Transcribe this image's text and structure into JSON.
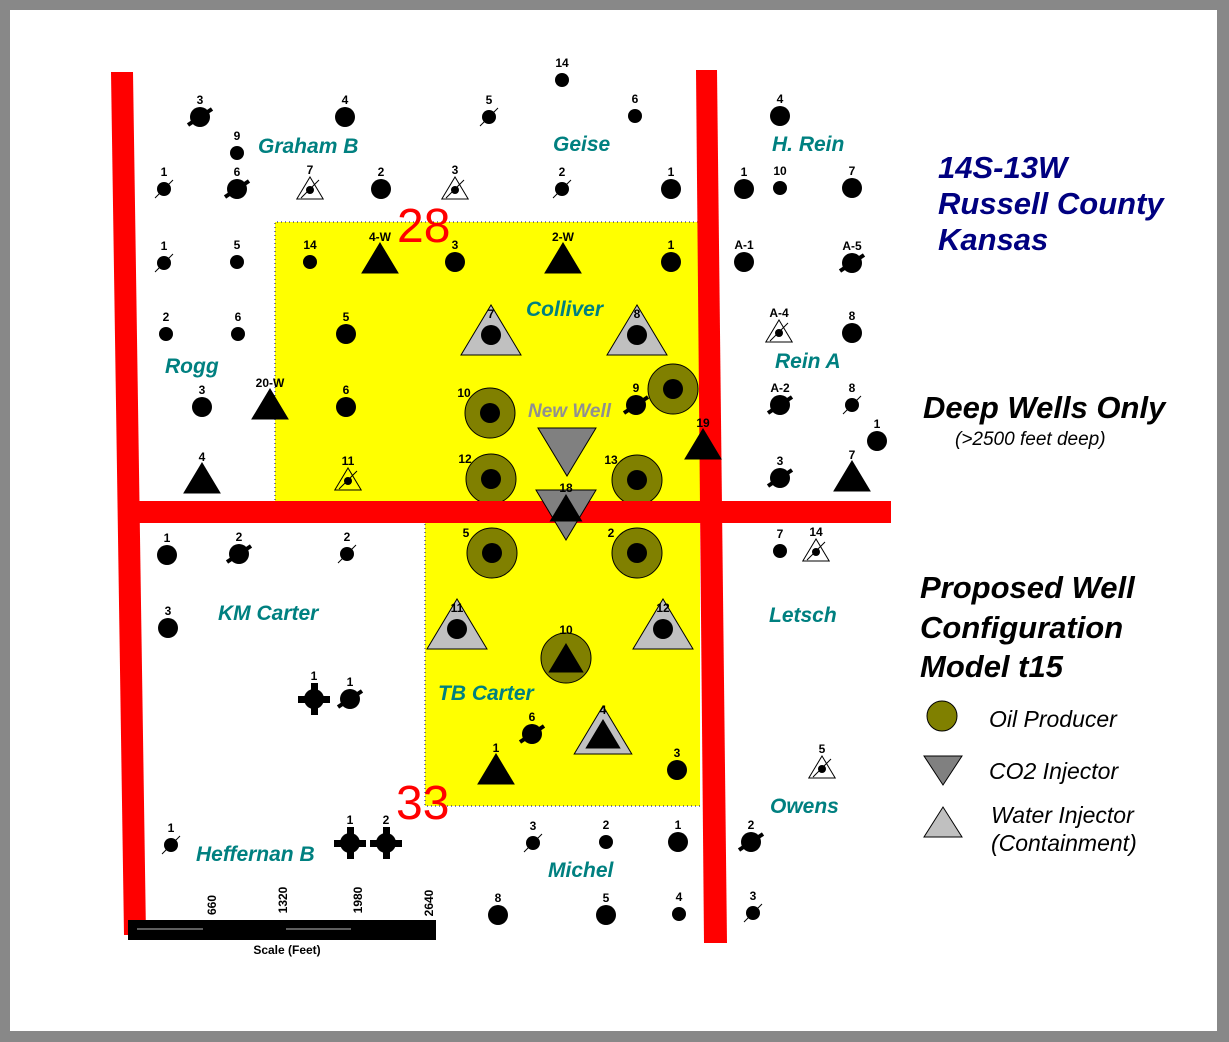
{
  "title": {
    "line1": "14S-13W",
    "line2": "Russell County",
    "line3": "Kansas"
  },
  "deep": {
    "title": "Deep Wells Only",
    "subtitle": "(>2500 feet deep)"
  },
  "proposed": {
    "line1": "Proposed Well",
    "line2": "Configuration",
    "line3": "Model t15"
  },
  "legend": [
    {
      "label": "Oil Producer",
      "icon": "oil-producer-circle",
      "color": "#808000"
    },
    {
      "label": "CO2 Injector",
      "icon": "co2-injector-triangle-down",
      "color": "#808080"
    },
    {
      "label": "Water Injector",
      "label2": "(Containment)",
      "icon": "water-injector-triangle-up",
      "color": "#c0c0c0"
    }
  ],
  "sections": [
    "28",
    "33"
  ],
  "leases": [
    "Graham B",
    "Geise",
    "H. Rein",
    "Colliver",
    "Rogg",
    "Rein A",
    "New Well",
    "KM Carter",
    "Letsch",
    "TB Carter",
    "Owens",
    "Heffernan B",
    "Michel"
  ],
  "scale": {
    "ticks": [
      "660",
      "1320",
      "1980",
      "2640"
    ],
    "label": "Scale (Feet)"
  },
  "colors": {
    "section_line": "#ff0000",
    "project_area": "#ffff00",
    "lease_label": "#008080",
    "title": "#000080"
  },
  "wells": [
    {
      "label": "3",
      "type": "dry"
    },
    {
      "label": "4",
      "type": "oil-large"
    },
    {
      "label": "5",
      "type": "plugged"
    },
    {
      "label": "14",
      "type": "oil"
    },
    {
      "label": "6",
      "type": "oil"
    },
    {
      "label": "4",
      "type": "oil-large"
    },
    {
      "label": "9",
      "type": "oil"
    },
    {
      "label": "1",
      "type": "plugged"
    },
    {
      "label": "6",
      "type": "dry"
    },
    {
      "label": "7",
      "type": "abandoned-injector"
    },
    {
      "label": "2",
      "type": "oil-large"
    },
    {
      "label": "3",
      "type": "abandoned-injector"
    },
    {
      "label": "2",
      "type": "plugged"
    },
    {
      "label": "1",
      "type": "oil-large"
    },
    {
      "label": "1",
      "type": "oil-large"
    },
    {
      "label": "10",
      "type": "oil"
    },
    {
      "label": "7",
      "type": "oil-large"
    },
    {
      "label": "1",
      "type": "plugged"
    },
    {
      "label": "5",
      "type": "oil"
    },
    {
      "label": "14",
      "type": "oil"
    },
    {
      "label": "4-W",
      "type": "injector"
    },
    {
      "label": "3",
      "type": "oil-large"
    },
    {
      "label": "2-W",
      "type": "injector"
    },
    {
      "label": "1",
      "type": "oil-large"
    },
    {
      "label": "A-1",
      "type": "oil-large"
    },
    {
      "label": "A-5",
      "type": "dry"
    },
    {
      "label": "2",
      "type": "oil"
    },
    {
      "label": "6",
      "type": "oil"
    },
    {
      "label": "5",
      "type": "oil-large"
    },
    {
      "label": "7",
      "type": "water-dot"
    },
    {
      "label": "8",
      "type": "water-dot"
    },
    {
      "label": "A-4",
      "type": "abandoned-injector"
    },
    {
      "label": "8",
      "type": "oil-large"
    },
    {
      "label": "3",
      "type": "oil-large"
    },
    {
      "label": "20-W",
      "type": "injector"
    },
    {
      "label": "6",
      "type": "oil-large"
    },
    {
      "label": "10",
      "type": "producer"
    },
    {
      "label": "9",
      "type": "dry"
    },
    {
      "label": "",
      "type": "producer"
    },
    {
      "label": "A-2",
      "type": "dry"
    },
    {
      "label": "8",
      "type": "plugged"
    },
    {
      "label": "1",
      "type": "oil-large"
    },
    {
      "label": "",
      "type": "co2"
    },
    {
      "label": "19",
      "type": "injector"
    },
    {
      "label": "4",
      "type": "injector"
    },
    {
      "label": "11",
      "type": "abandoned-injector"
    },
    {
      "label": "12",
      "type": "producer"
    },
    {
      "label": "13",
      "type": "producer"
    },
    {
      "label": "3",
      "type": "dry"
    },
    {
      "label": "7",
      "type": "injector"
    },
    {
      "label": "18",
      "type": "co2-injector"
    },
    {
      "label": "1",
      "type": "oil-large"
    },
    {
      "label": "2",
      "type": "dry"
    },
    {
      "label": "2",
      "type": "plugged"
    },
    {
      "label": "5",
      "type": "producer"
    },
    {
      "label": "2",
      "type": "producer"
    },
    {
      "label": "7",
      "type": "oil"
    },
    {
      "label": "14",
      "type": "abandoned-injector"
    },
    {
      "label": "3",
      "type": "oil-large"
    },
    {
      "label": "11",
      "type": "water-dot"
    },
    {
      "label": "12",
      "type": "water-dot"
    },
    {
      "label": "10",
      "type": "producer-injector"
    },
    {
      "label": "1",
      "type": "cross"
    },
    {
      "label": "1",
      "type": "dry"
    },
    {
      "label": "6",
      "type": "dry"
    },
    {
      "label": "4",
      "type": "water-injector"
    },
    {
      "label": "1",
      "type": "injector"
    },
    {
      "label": "3",
      "type": "oil-large"
    },
    {
      "label": "5",
      "type": "abandoned-injector"
    },
    {
      "label": "1",
      "type": "plugged"
    },
    {
      "label": "1",
      "type": "cross"
    },
    {
      "label": "2",
      "type": "cross"
    },
    {
      "label": "3",
      "type": "plugged"
    },
    {
      "label": "2",
      "type": "oil"
    },
    {
      "label": "1",
      "type": "oil-large"
    },
    {
      "label": "2",
      "type": "dry"
    },
    {
      "label": "8",
      "type": "oil-large"
    },
    {
      "label": "5",
      "type": "oil-large"
    },
    {
      "label": "4",
      "type": "oil"
    },
    {
      "label": "3",
      "type": "plugged"
    }
  ]
}
